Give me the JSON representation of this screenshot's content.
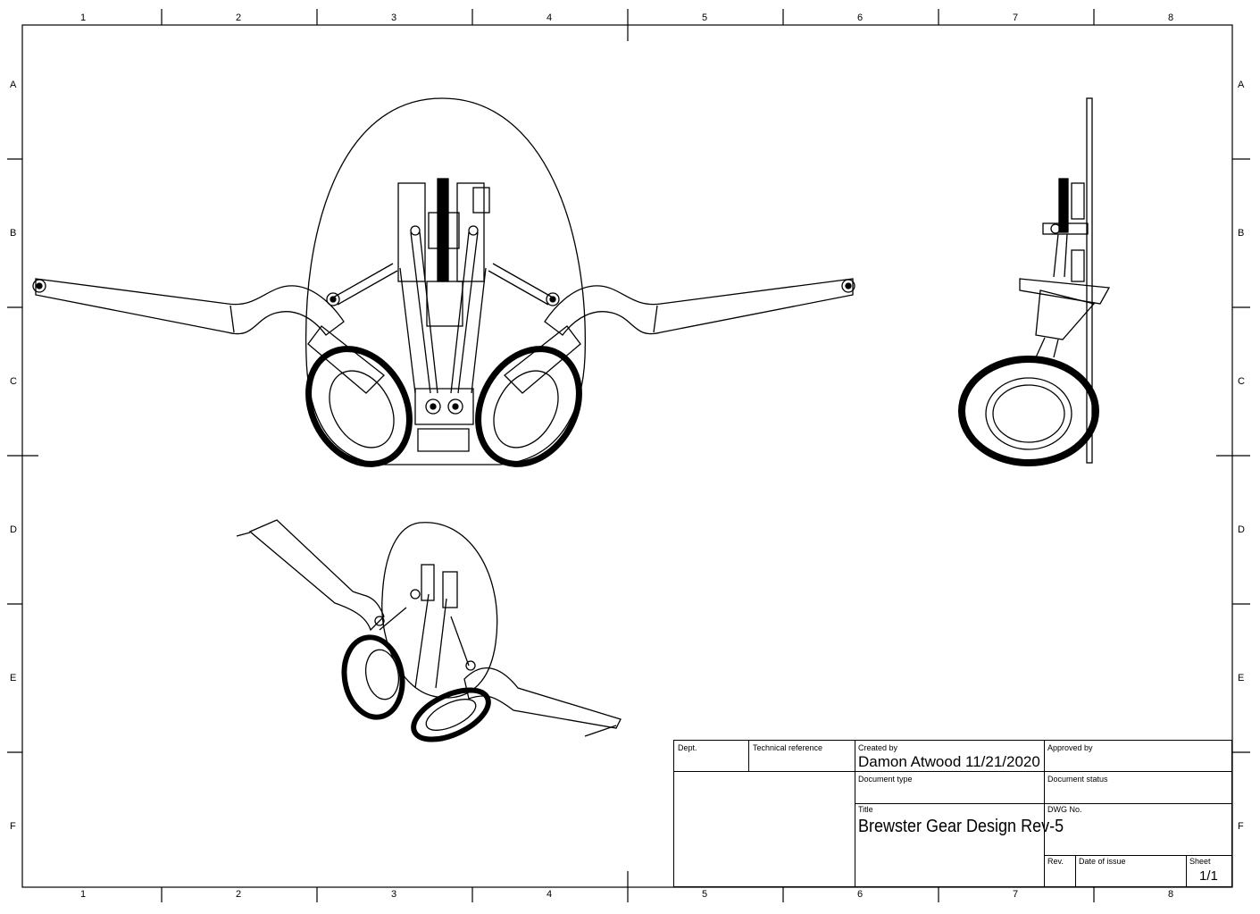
{
  "frame": {
    "columns": [
      "1",
      "2",
      "3",
      "4",
      "5",
      "6",
      "7",
      "8"
    ],
    "rows": [
      "A",
      "B",
      "C",
      "D",
      "E",
      "F"
    ]
  },
  "title_block": {
    "dept_label": "Dept.",
    "tech_ref_label": "Technical reference",
    "created_by_label": "Created by",
    "created_by_value": "Damon Atwood 11/21/2020",
    "approved_by_label": "Approved by",
    "document_type_label": "Document type",
    "document_status_label": "Document status",
    "title_label": "Title",
    "title_value": "Brewster Gear Design Rev-5",
    "dwg_no_label": "DWG No.",
    "rev_label": "Rev.",
    "date_of_issue_label": "Date of issue",
    "sheet_label": "Sheet",
    "sheet_value": "1/1"
  }
}
